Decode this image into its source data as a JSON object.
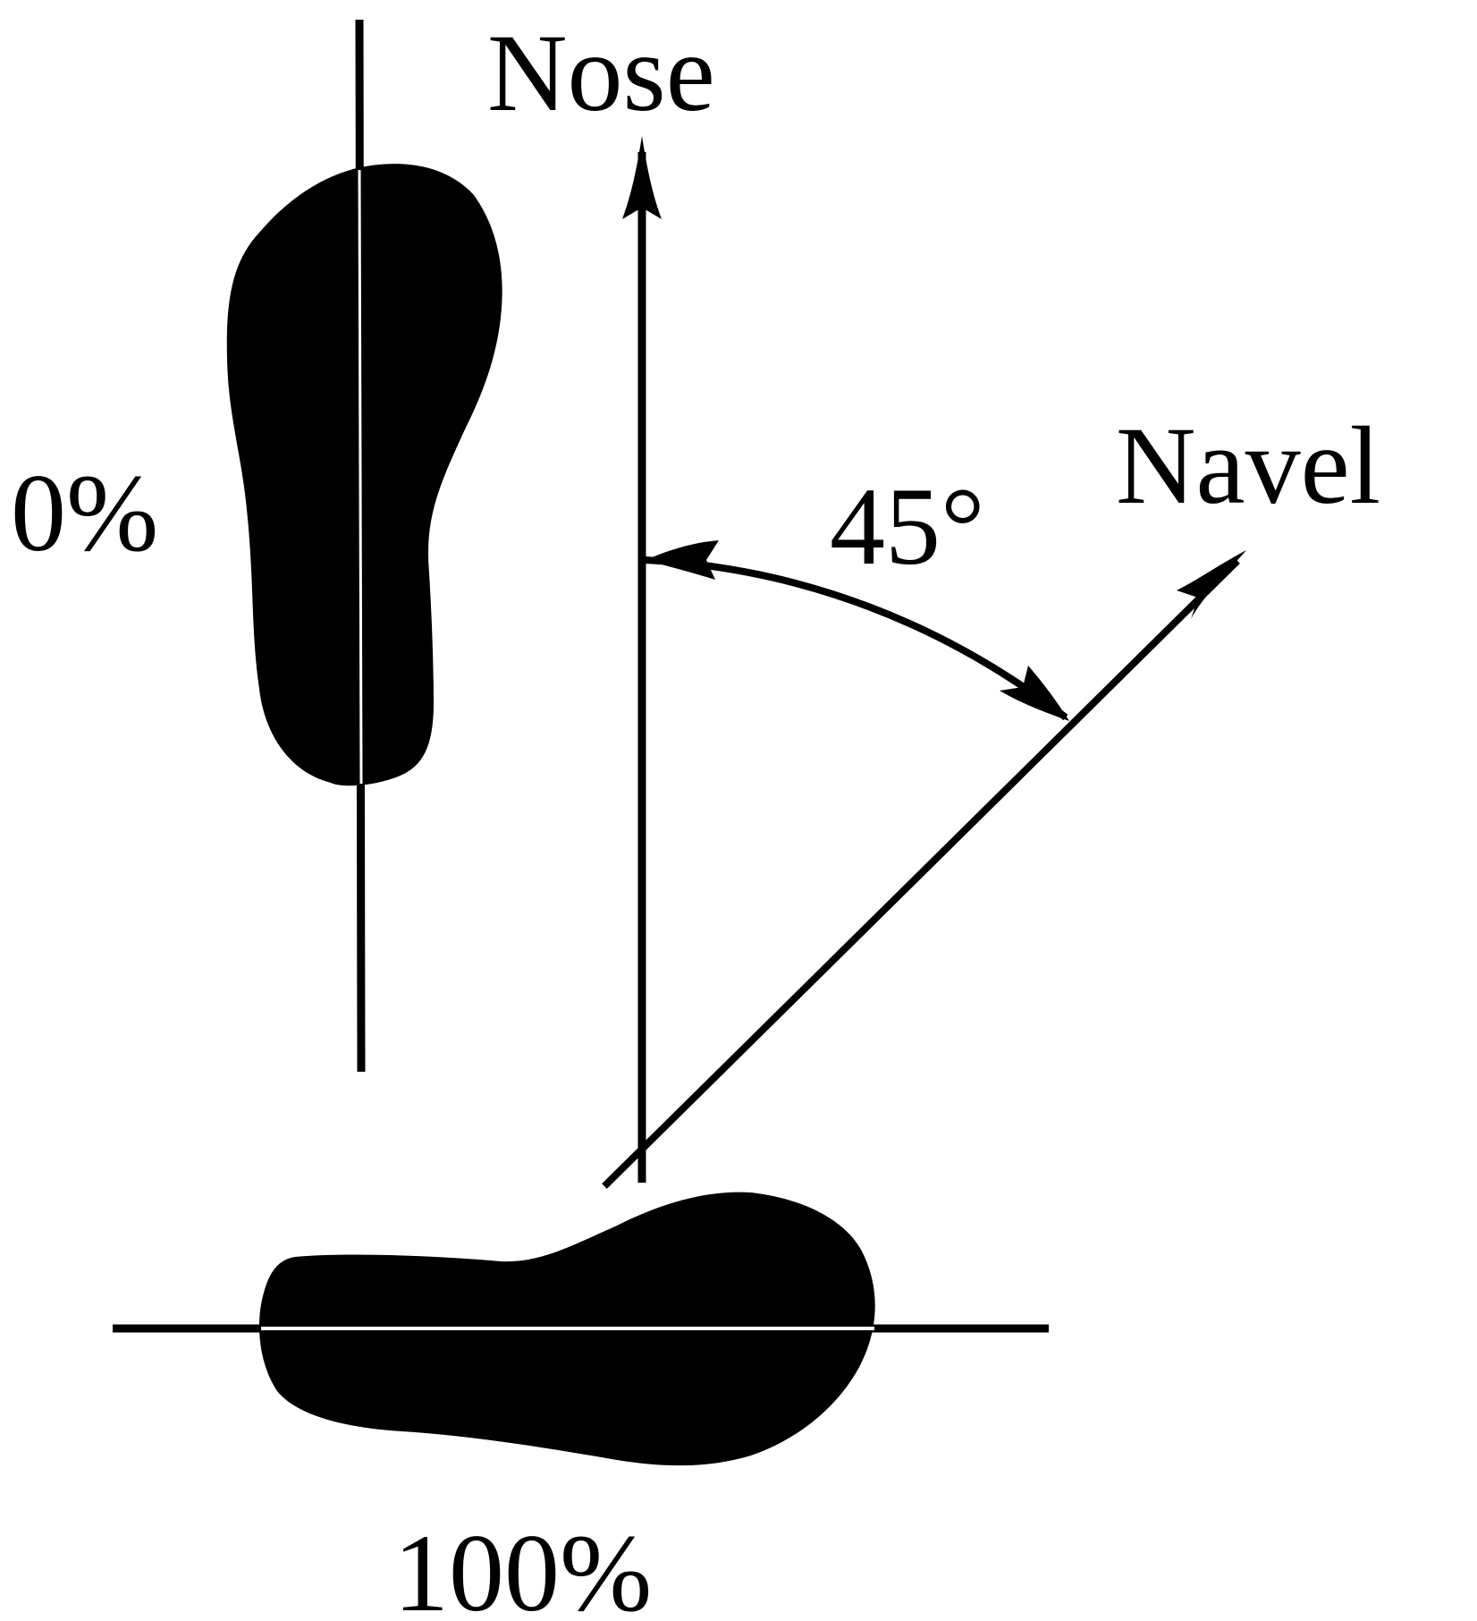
{
  "labels": {
    "nose": "Nose",
    "navel": "Navel",
    "angle": "45°",
    "foot_top_percent": "0%",
    "foot_bottom_percent": "100%"
  },
  "angle_degrees": 45,
  "colors": {
    "ink": "#000000",
    "background": "#ffffff"
  }
}
